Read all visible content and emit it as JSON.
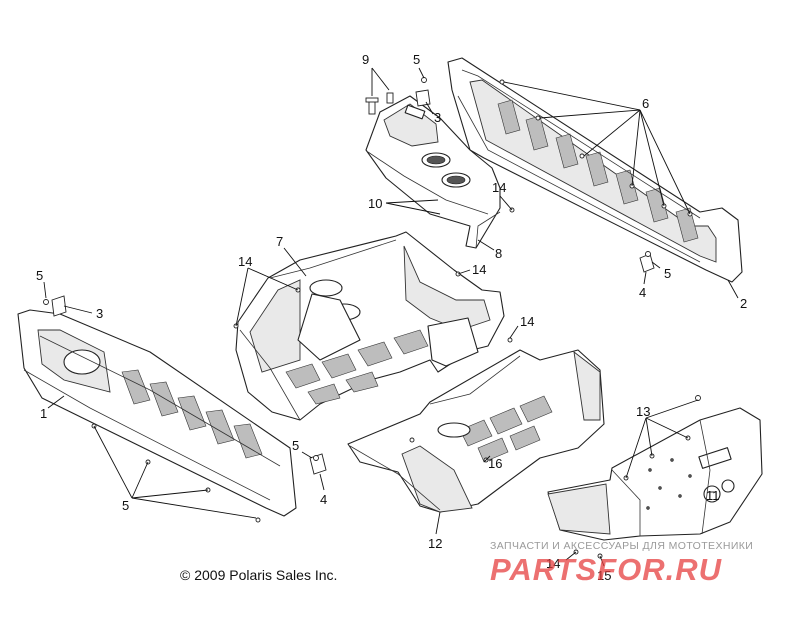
{
  "callouts": {
    "c1": "1",
    "c2": "2",
    "c3_top": "3",
    "c3_left": "3",
    "c4_right": "4",
    "c4_left": "4",
    "c5_top": "5",
    "c5_right": "5",
    "c5_left": "5",
    "c5_mid": "5",
    "c5_bottom": "5",
    "c6": "6",
    "c7": "7",
    "c8": "8",
    "c9": "9",
    "c10": "10",
    "c11": "11",
    "c12": "12",
    "c13": "13",
    "c14_console": "14",
    "c14_floor_left": "14",
    "c14_floor_right": "14",
    "c14_mid": "14",
    "c14_bottom": "14",
    "c15": "15",
    "c16": "16"
  },
  "copyright": "© 2009 Polaris Sales Inc.",
  "watermark": {
    "tagline": "ЗАПЧАСТИ И АКСЕССУАРЫ ДЛЯ МОТОТЕХНИКИ",
    "logo": "PARTSFOR.RU"
  }
}
